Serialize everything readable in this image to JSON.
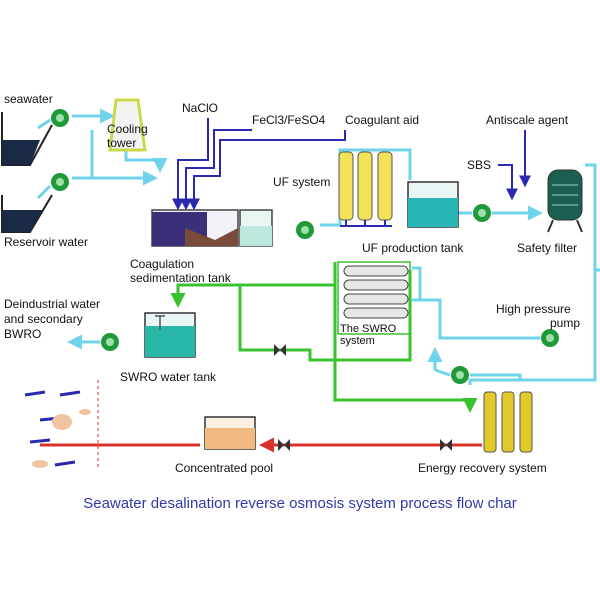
{
  "labels": {
    "seawater": "seawater",
    "cooling_tower_1": "Cooling",
    "cooling_tower_2": "tower",
    "naclo": "NaClO",
    "fecl3": "FeCl3/FeSO4",
    "coagulant_aid": "Coagulant aid",
    "antiscale": "Antiscale agent",
    "uf_system": "UF system",
    "sbs": "SBS",
    "reservoir_water": "Reservoir water",
    "coag_tank_1": "Coagulation",
    "coag_tank_2": "sedimentation tank",
    "uf_production_tank": "UF production tank",
    "safety_filter": "Safety filter",
    "deindustrial_1": "Deindustrial water",
    "deindustrial_2": "and secondary",
    "deindustrial_3": "BWRO",
    "swro_system_1": "The SWRO",
    "swro_system_2": "system",
    "high_pressure_1": "High pressure",
    "high_pressure_2": "pump",
    "swro_water_tank": "SWRO water tank",
    "concentrated_pool": "Concentrated pool",
    "energy_recovery": "Energy recovery system"
  },
  "caption": "Seawater desalination reverse osmosis system process flow char",
  "colors": {
    "clean_pipe": "#6fd3ea",
    "product_pipe": "#39c12f",
    "brine_pipe": "#d9322a",
    "dosing_line": "#2a2ab0",
    "pump": "#1f9a3a",
    "caption": "#2e3aa8"
  }
}
